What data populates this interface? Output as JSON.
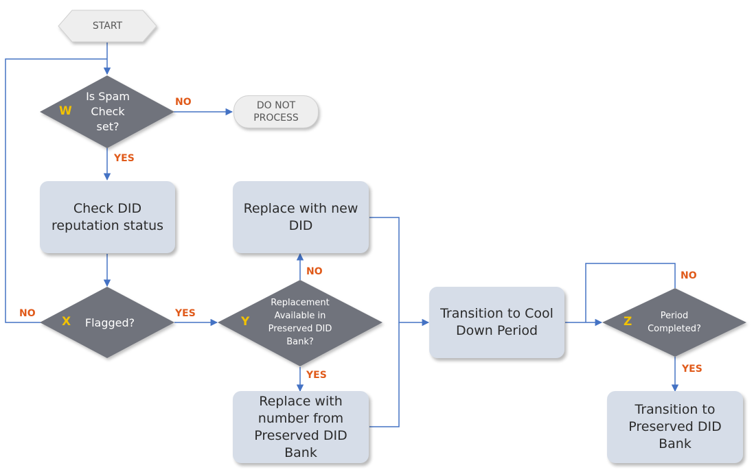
{
  "start": "START",
  "do_not_process": "DO NOT PROCESS",
  "decision_w": {
    "letter": "W",
    "text": "Is Spam Check set?"
  },
  "check_did": "Check DID reputation status",
  "decision_x": {
    "letter": "X",
    "text": "Flagged?"
  },
  "decision_y": {
    "letter": "Y",
    "text": "Replacement Available in Preserved DID Bank?"
  },
  "replace_new": "Replace with new DID",
  "replace_preserved": "Replace with number from Preserved DID Bank",
  "cool_down": "Transition to Cool Down Period",
  "decision_z": {
    "letter": "Z",
    "text": "Period Completed?"
  },
  "preserved_bank": "Transition to Preserved DID Bank",
  "labels": {
    "w_no": "NO",
    "w_yes": "YES",
    "x_no": "NO",
    "x_yes": "YES",
    "y_no": "NO",
    "y_yes": "YES",
    "z_no": "NO",
    "z_yes": "YES"
  },
  "colors": {
    "diamond": "#70737c",
    "box": "#d6dde8",
    "connector": "#4472c4",
    "label": "#e05a1a",
    "letter": "#f2c200"
  }
}
